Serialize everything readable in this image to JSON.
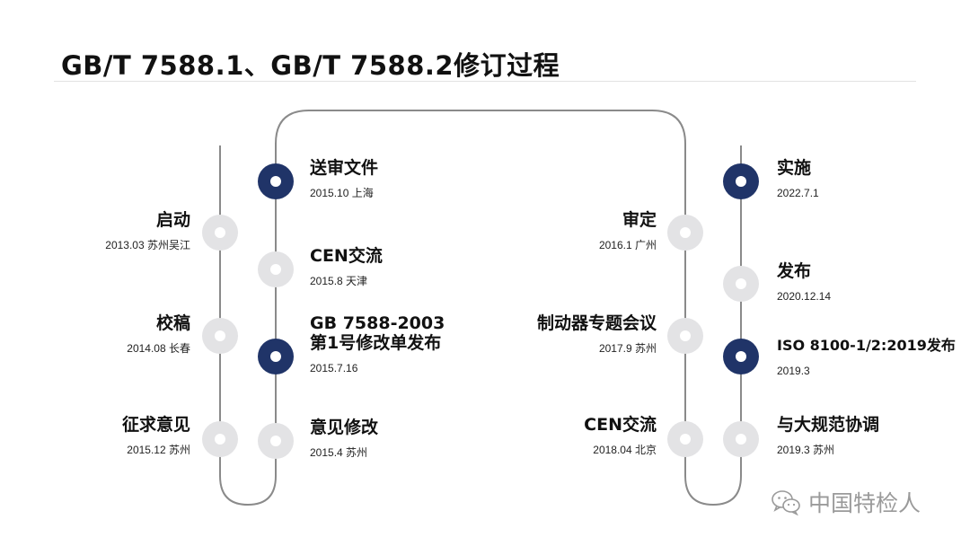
{
  "title": "GB/T 7588.1、GB/T 7588.2修订过程",
  "timeline": {
    "col1": [
      {
        "title": "启动",
        "detail": "2013.03 苏州吴江",
        "state": "inactive"
      },
      {
        "title": "校稿",
        "detail": "2014.08 长春",
        "state": "inactive"
      },
      {
        "title": "征求意见",
        "detail": "2015.12 苏州",
        "state": "inactive"
      }
    ],
    "col2": [
      {
        "title": "送审文件",
        "detail": "2015.10 上海",
        "state": "active"
      },
      {
        "title": "CEN交流",
        "detail": "2015.8 天津",
        "state": "inactive"
      },
      {
        "title_line1": "GB 7588-2003",
        "title_line2": "第1号修改单发布",
        "detail": "2015.7.16",
        "state": "active"
      },
      {
        "title": "意见修改",
        "detail": "2015.4 苏州",
        "state": "inactive"
      }
    ],
    "col3": [
      {
        "title": "审定",
        "detail": "2016.1 广州",
        "state": "inactive"
      },
      {
        "title": "制动器专题会议",
        "detail": "2017.9 苏州",
        "state": "inactive"
      },
      {
        "title": "CEN交流",
        "detail": "2018.04 北京",
        "state": "inactive"
      }
    ],
    "col4": [
      {
        "title": "实施",
        "detail": "2022.7.1",
        "state": "active"
      },
      {
        "title": "发布",
        "detail": "2020.12.14",
        "state": "inactive"
      },
      {
        "title": "ISO 8100-1/2:2019发布",
        "detail": "2019.3",
        "state": "active"
      },
      {
        "title": "与大规范协调",
        "detail": "2019.3 苏州",
        "state": "inactive"
      }
    ]
  },
  "colors": {
    "active": "#203468",
    "inactive": "#e3e3e5",
    "track": "#8a8a8a"
  },
  "watermark": {
    "text": "中国特检人",
    "icon": "wechat-icon"
  }
}
